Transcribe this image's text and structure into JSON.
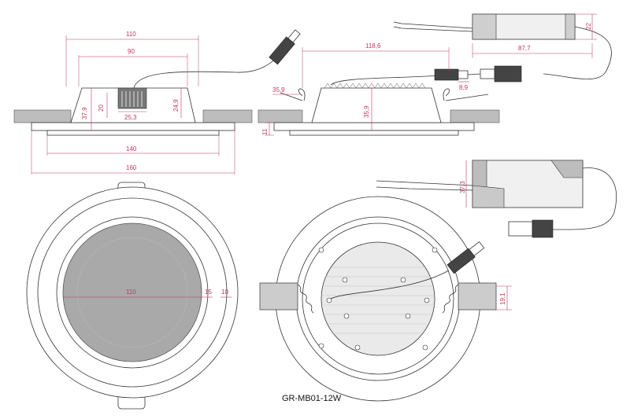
{
  "model_label": "GR-MB01-12W",
  "colors": {
    "dimension": "#c0395a",
    "outline": "#333333",
    "panel_gray": "#a9a9a9"
  },
  "side_view_left": {
    "dims": {
      "top_width": "110",
      "inner_width": "90",
      "bottom_width": "140",
      "flange_width": "160",
      "total_height": "37,9",
      "bracket_height": "20",
      "body_height": "24,9",
      "clip_width": "25,3"
    }
  },
  "side_view_right": {
    "dims": {
      "cable_length": "118,6",
      "angle_offset": "35,9",
      "ceiling_thickness": "11",
      "height": "35,9",
      "connector_width": "8,9"
    }
  },
  "driver_top": {
    "dims": {
      "length": "87,7",
      "height": "22"
    }
  },
  "driver_side": {
    "dims": {
      "height": "37,3"
    }
  },
  "front_view": {
    "dims": {
      "panel_diameter": "110",
      "ring_width": "15",
      "rim_width": "10"
    }
  },
  "back_view": {
    "dims": {
      "spring_height": "19,1"
    }
  }
}
